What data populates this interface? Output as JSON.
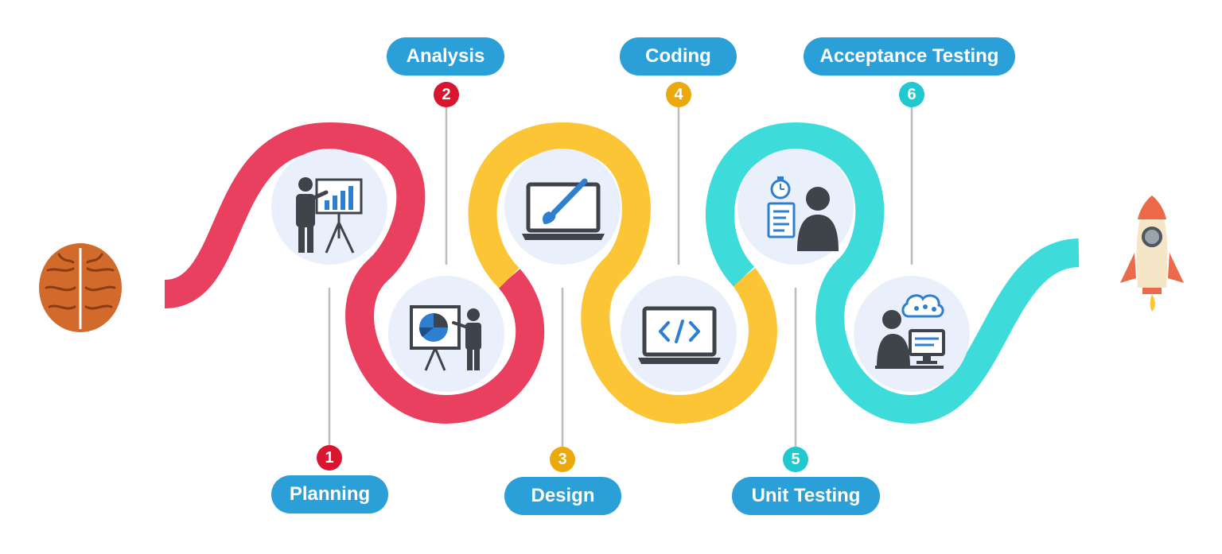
{
  "colors": {
    "red": "#e8405e",
    "yellow": "#fcc535",
    "cyan": "#3ddcda",
    "pill": "#2a9fd8",
    "num_red": "#d9152f",
    "num_yellow": "#eba90c",
    "num_cyan": "#21c8d0",
    "icon_bg": "#e9f0fb",
    "icon_dark": "#3f434a",
    "icon_blue": "#2e7fd0",
    "brain": "#d16a2b",
    "rocket_body": "#f6e6c8",
    "rocket_accent": "#ec6a4a"
  },
  "stages": [
    {
      "number": "1",
      "label": "Planning",
      "icon": "presentation-chart-icon"
    },
    {
      "number": "2",
      "label": "Analysis",
      "icon": "pie-chart-presenter-icon"
    },
    {
      "number": "3",
      "label": "Design",
      "icon": "laptop-brush-icon"
    },
    {
      "number": "4",
      "label": "Coding",
      "icon": "laptop-code-icon"
    },
    {
      "number": "5",
      "label": "Unit Testing",
      "icon": "stopwatch-user-icon"
    },
    {
      "number": "6",
      "label": "Acceptance Testing",
      "icon": "user-feedback-icon"
    }
  ],
  "start_icon": "brain-icon",
  "end_icon": "rocket-icon"
}
